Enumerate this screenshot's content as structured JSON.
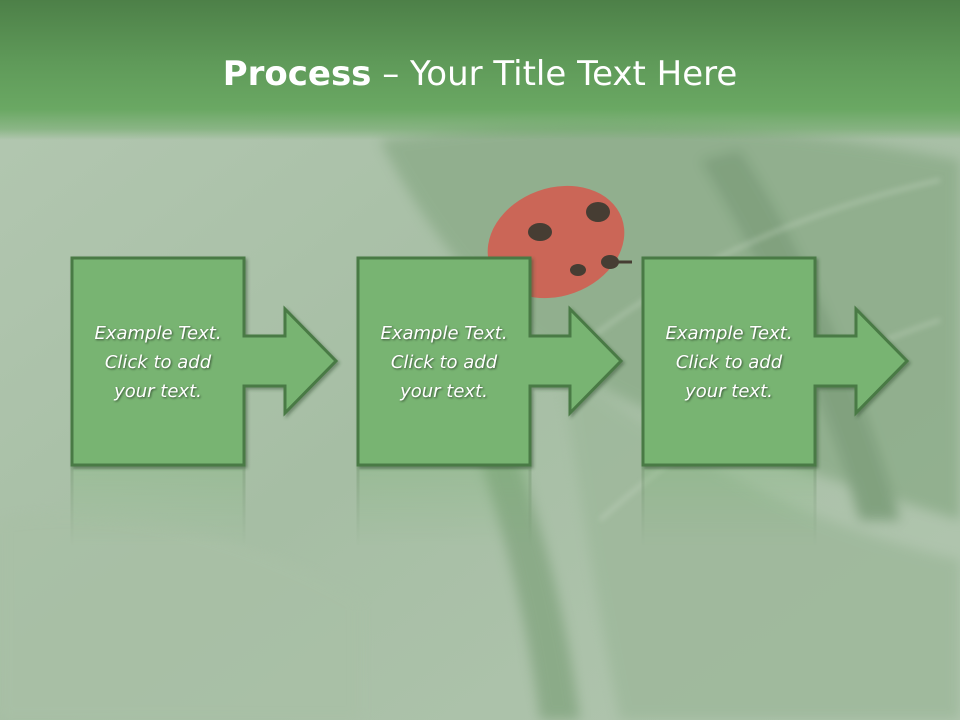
{
  "slide": {
    "title_bold": "Process",
    "title_rest": " – Your Title Text Here"
  },
  "steps": [
    {
      "text": "Example Text.\nClick  to add\nyour text."
    },
    {
      "text": "Example Text.\nClick  to add\nyour text."
    },
    {
      "text": "Example Text.\nClick  to add\nyour text."
    }
  ],
  "colors": {
    "box_fill": "#78b472",
    "box_stroke": "#4a7a45",
    "title_band": "#5f9a59",
    "ladybug": "#d23a2e"
  },
  "icons": {
    "arrow": "right-arrow-icon",
    "ladybug": "ladybug-icon"
  }
}
